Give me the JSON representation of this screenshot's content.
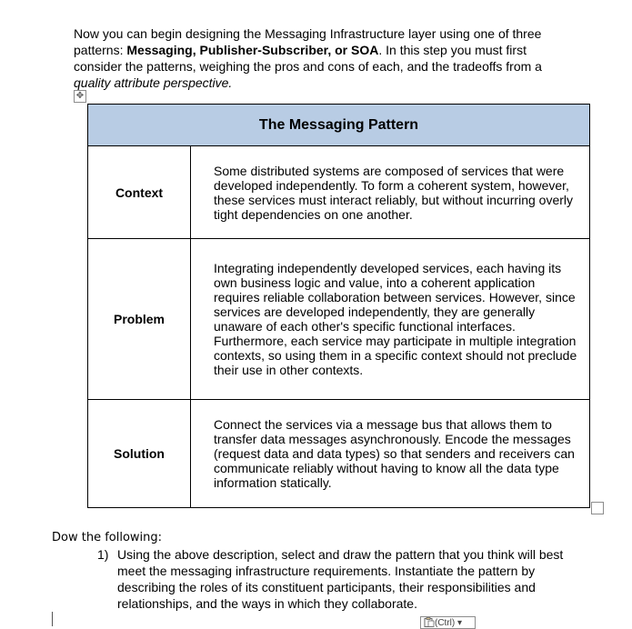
{
  "intro": {
    "text_1": "Now you can begin designing the Messaging Infrastructure layer using one of three patterns: ",
    "bold_patterns": "Messaging, Publisher-Subscriber, or SOA",
    "text_2": ".  In this step you must first consider the patterns, weighing the pros and cons of each, and the tradeoffs from a ",
    "italic_text": "quality attribute perspective."
  },
  "table": {
    "title": "The Messaging Pattern",
    "rows": [
      {
        "label": "Context",
        "text": "Some distributed systems are composed of services that were developed independently. To form a coherent system, however, these services must interact reliably, but without incurring overly tight dependencies on one another."
      },
      {
        "label": "Problem",
        "text": "Integrating independently developed services, each having its own business logic and value, into a coherent application requires reliable collaboration between services. However, since services are developed independently, they are generally unaware of each other's specific functional interfaces. Furthermore, each service may participate in multiple integration contexts, so using them in a specific context should not preclude their use in other contexts."
      },
      {
        "label": "Solution",
        "text": "Connect the services via a message bus that allows them to transfer data messages asynchronously. Encode the messages (request data and data types) so that senders and receivers can communicate reliably without having to know all the data type information statically."
      }
    ]
  },
  "section": {
    "heading": "Dow the following:",
    "item_number": "1)",
    "item_text": "Using the above description, select and draw the pattern that you think will best meet the messaging infrastructure requirements.  Instantiate the pattern by describing the roles of its constituent participants, their responsibilities and relationships, and the ways in which they collaborate."
  },
  "paste_options": {
    "label": "(Ctrl)",
    "icon": "clipboard-icon",
    "caret_icon": "chevron-down-icon"
  },
  "icons": {
    "table_move": "move-arrows-icon"
  },
  "colors": {
    "title_fill": "#b8cce4"
  }
}
